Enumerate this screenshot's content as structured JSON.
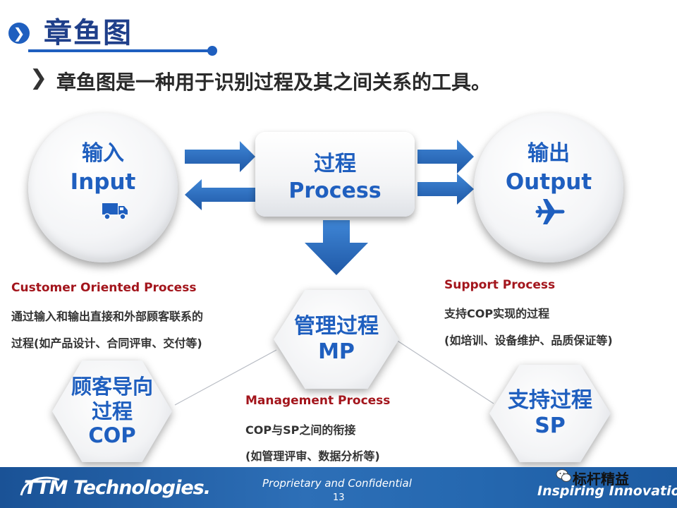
{
  "title": "章鱼图",
  "subtitle": "章鱼图是一种用于识别过程及其之间关系的工具。",
  "input": {
    "cn": "输入",
    "en": "Input",
    "icon": "truck-icon"
  },
  "output": {
    "cn": "输出",
    "en": "Output",
    "icon": "airplane-icon"
  },
  "process": {
    "cn": "过程",
    "en": "Process"
  },
  "mp": {
    "line1": "管理过程",
    "line2": "MP"
  },
  "cop": {
    "line1": "顾客导向",
    "line2": "过程",
    "line3": "COP"
  },
  "sp": {
    "line1": "支持过程",
    "line2": "SP"
  },
  "customer_process": {
    "heading": "Customer Oriented Process",
    "line1": "通过输入和输出直接和外部顾客联系的",
    "line2": "过程(如产品设计、合同评审、交付等)"
  },
  "support_process": {
    "heading": "Support Process",
    "line1": "支持COP实现的过程",
    "line2": "(如培训、设备维护、品质保证等)"
  },
  "management_process": {
    "heading": "Management Process",
    "line1": "COP与SP之间的衔接",
    "line2": "(如管理评审、数据分析等)"
  },
  "footer": {
    "logo": "TTM Technologies.",
    "confidential": "Proprietary and Confidential",
    "page": "13",
    "wechat_name": "标杆精益",
    "tagline": "Inspiring Innovation"
  },
  "colors": {
    "accent": "#1f5fbf",
    "heading_red": "#a3151c",
    "arrow": "#2a6ec2",
    "footer_bg": "#2563aa"
  }
}
